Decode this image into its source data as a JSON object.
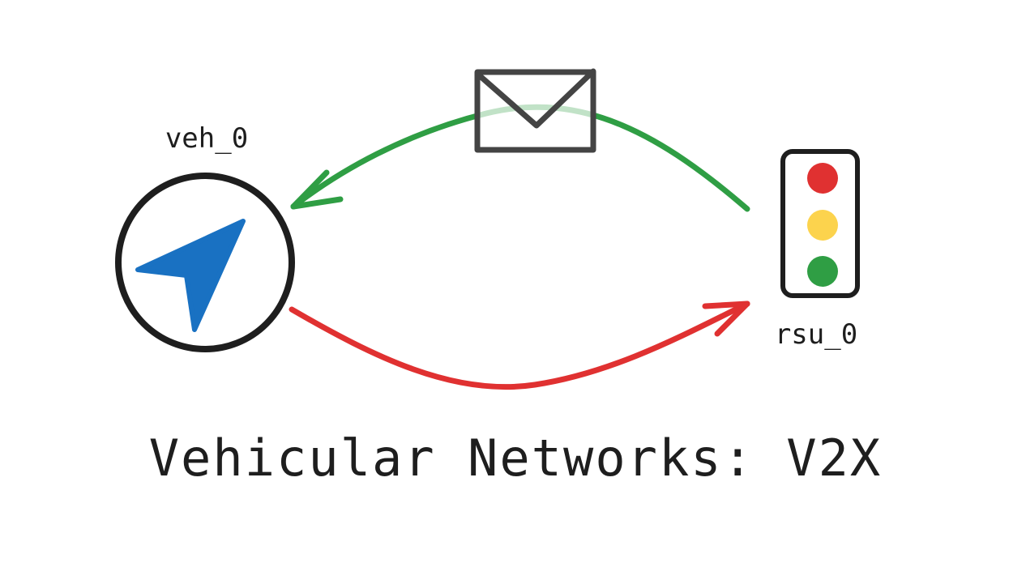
{
  "nodes": {
    "vehicle": {
      "label": "veh_0",
      "icon": "navigation-arrow-icon"
    },
    "rsu": {
      "label": "rsu_0",
      "icon": "traffic-light-icon"
    },
    "message": {
      "icon": "envelope-icon"
    }
  },
  "title": "Vehicular Networks: V2X",
  "colors": {
    "stroke": "#1e1e1e",
    "vehicle_arrow": "#1971c2",
    "rsu_to_vehicle": "#2f9e44",
    "vehicle_to_rsu": "#e03131",
    "light_red": "#e03131",
    "light_yellow": "#fcd34d",
    "light_green": "#2f9e44"
  }
}
